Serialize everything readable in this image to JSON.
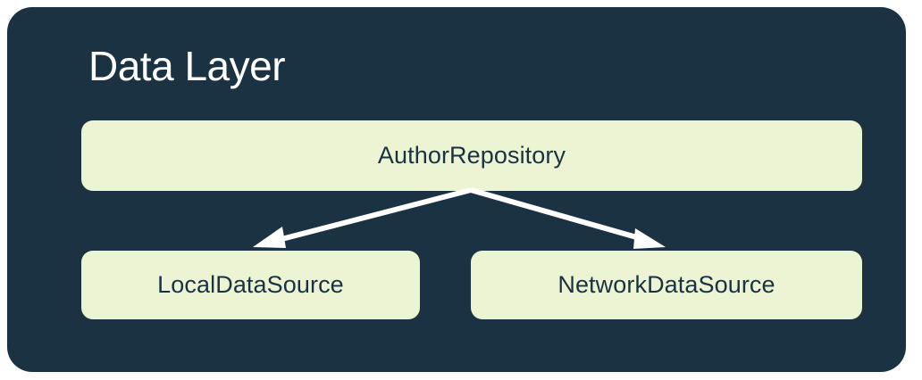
{
  "diagram": {
    "title": "Data Layer",
    "background_color": "#1B3243",
    "node_fill_color": "#EDF4D4",
    "node_text_color": "#1B3243",
    "title_color": "#FFFFFF",
    "edge_color": "#FFFFFF",
    "page_background": "#FFFFFF",
    "nodes": [
      {
        "id": "repository",
        "label": "AuthorRepository",
        "row": 0
      },
      {
        "id": "local",
        "label": "LocalDataSource",
        "row": 1
      },
      {
        "id": "network",
        "label": "NetworkDataSource",
        "row": 1
      }
    ],
    "edges": [
      {
        "from": "repository",
        "to": "local",
        "arrow": "open-arrowhead"
      },
      {
        "from": "repository",
        "to": "network",
        "arrow": "open-arrowhead"
      }
    ]
  }
}
